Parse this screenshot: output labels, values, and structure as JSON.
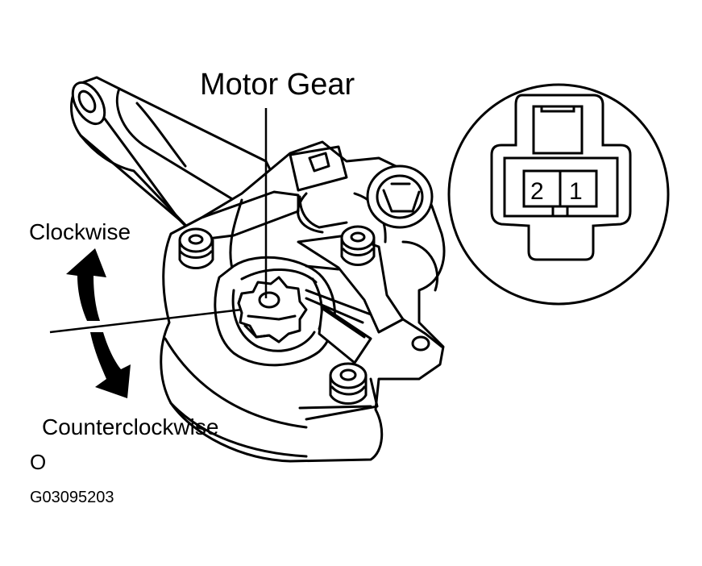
{
  "diagram": {
    "title": "Motor Gear",
    "rotation": {
      "clockwise_label": "Clockwise",
      "counterclockwise_label": "Counterclockwise"
    },
    "status_value": "O",
    "figure_code": "G03095203",
    "connector": {
      "pins": [
        "2",
        "1"
      ]
    }
  }
}
